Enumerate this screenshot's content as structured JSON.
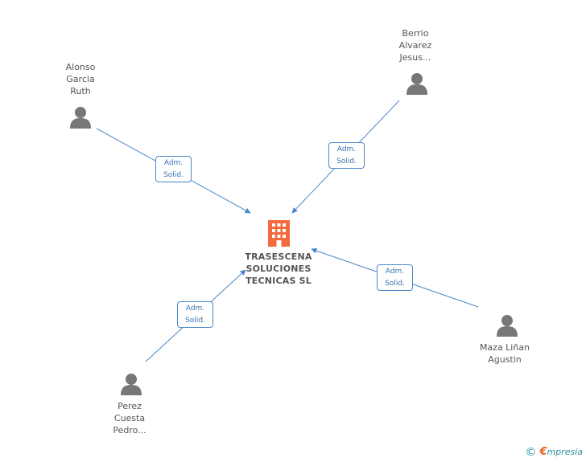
{
  "company": {
    "lines": [
      "TRASESCENA",
      "SOLUCIONES",
      "TECNICAS SL"
    ],
    "color": "#f26a3d"
  },
  "people": [
    {
      "id": "alonso",
      "lines": [
        "Alonso",
        "Garcia",
        "Ruth"
      ],
      "role": [
        "Adm.",
        "Solid."
      ]
    },
    {
      "id": "berrio",
      "lines": [
        "Berrio",
        "Alvarez",
        "Jesus..."
      ],
      "role": [
        "Adm.",
        "Solid."
      ]
    },
    {
      "id": "maza",
      "lines": [
        "Maza Liñan",
        "Agustin"
      ],
      "role": [
        "Adm.",
        "Solid."
      ]
    },
    {
      "id": "perez",
      "lines": [
        "Perez",
        "Cuesta",
        "Pedro..."
      ],
      "role": [
        "Adm.",
        "Solid."
      ]
    }
  ],
  "colors": {
    "edge": "#4a86c8",
    "person_icon": "#777777",
    "text": "#555555"
  },
  "footer": {
    "copyright": "©",
    "brand_first": "€",
    "brand_rest": "mpresia"
  }
}
